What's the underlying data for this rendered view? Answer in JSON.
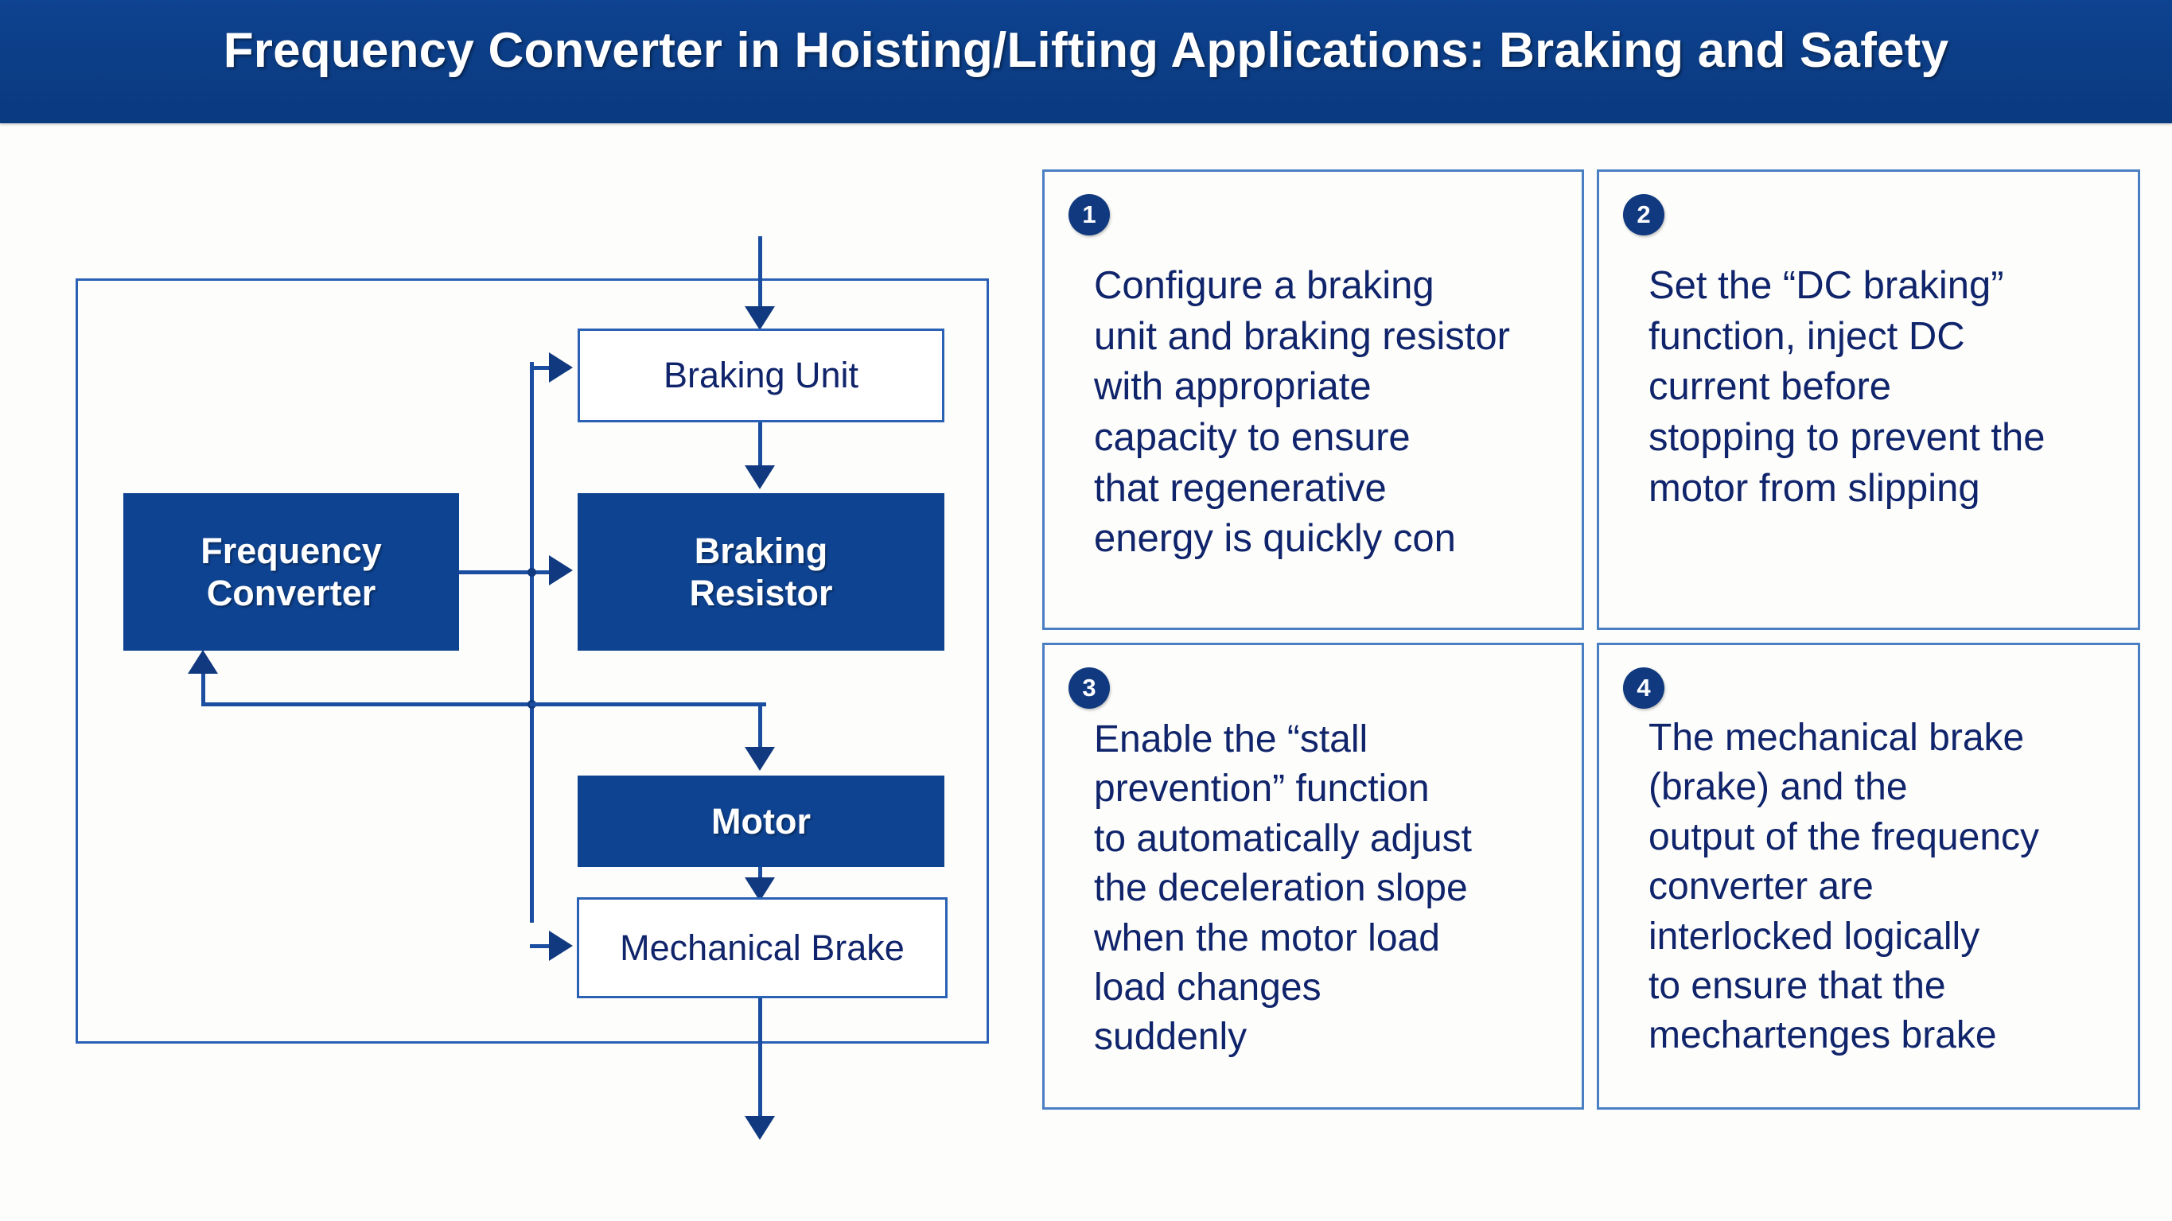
{
  "header": {
    "title": "Frequency Converter in Hoisting/Lifting Applications: Braking and Safety",
    "bg_color": "#0e4391",
    "text_color": "#ffffff"
  },
  "colors": {
    "brand_blue": "#0e4391",
    "line_blue": "#1b4ea0",
    "text_blue": "#10246b",
    "card_border": "#4a7fc4",
    "page_bg": "#fdfdfb"
  },
  "diagram": {
    "name": "braking-system-block-diagram",
    "nodes": [
      {
        "id": "braking-unit",
        "label": "Braking Unit",
        "style": "hollow"
      },
      {
        "id": "frequency-converter",
        "label": "Frequency\nConverter",
        "style": "filled"
      },
      {
        "id": "braking-resistor",
        "label": "Braking\nResistor",
        "style": "filled"
      },
      {
        "id": "motor",
        "label": "Motor",
        "style": "filled"
      },
      {
        "id": "mechanical-brake",
        "label": "Mechanical Brake",
        "style": "hollow"
      }
    ]
  },
  "cards": [
    {
      "number": "1",
      "text": "Configure a braking\nunit and braking resistor\nwith appropriate\ncapacity to ensure\nthat regenerative\nenergy is quickly con"
    },
    {
      "number": "2",
      "text": "Set the “DC braking”\nfunction, inject DC\ncurrent before\nstopping to prevent the\nmotor from slipping"
    },
    {
      "number": "3",
      "text": "Enable the “stall\nprevention” function\nto automatically adjust\nthe deceleration slope\nwhen the motor load\nload changes\nsuddenly"
    },
    {
      "number": "4",
      "text": "The mechanical brake\n(brake) and the\noutput of the frequency\nconverter are\ninterlocked logically\nto ensure that the\nmechartenges brake"
    }
  ]
}
